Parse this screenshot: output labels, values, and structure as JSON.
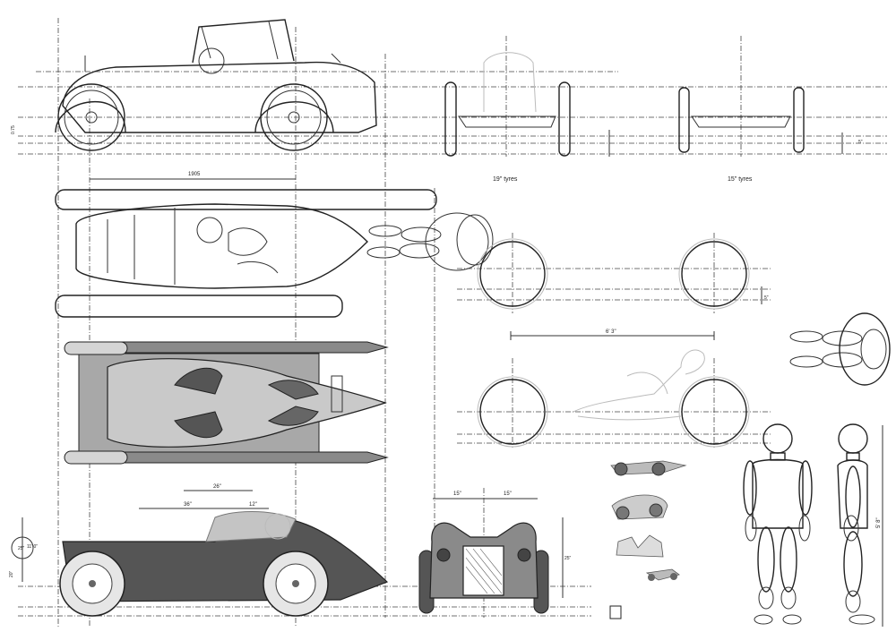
{
  "labels": {
    "tyres_19": "19\" tyres",
    "tyres_15": "15\" tyres",
    "dim_1905": "1905",
    "dim_6_3": "6' 3\"",
    "dim_26": "26\"",
    "dim_36": "36\"",
    "dim_12": "12\"",
    "dim_15_left": "15\"",
    "dim_15_right": "15\"",
    "dim_25_front": "25\"",
    "dim_25_circle": "25\"",
    "dim_11": "11' 0\"",
    "dim_20": "20\"",
    "dim_5_8": "5' 8\"",
    "dim_0_75": "0.75",
    "dim_5_side": "5\"",
    "dim_5_mid": "5\""
  },
  "colors": {
    "ink": "#222222",
    "grey_dark": "#555555",
    "grey_mid": "#8a8a8a",
    "grey_light": "#c4c4c4"
  }
}
